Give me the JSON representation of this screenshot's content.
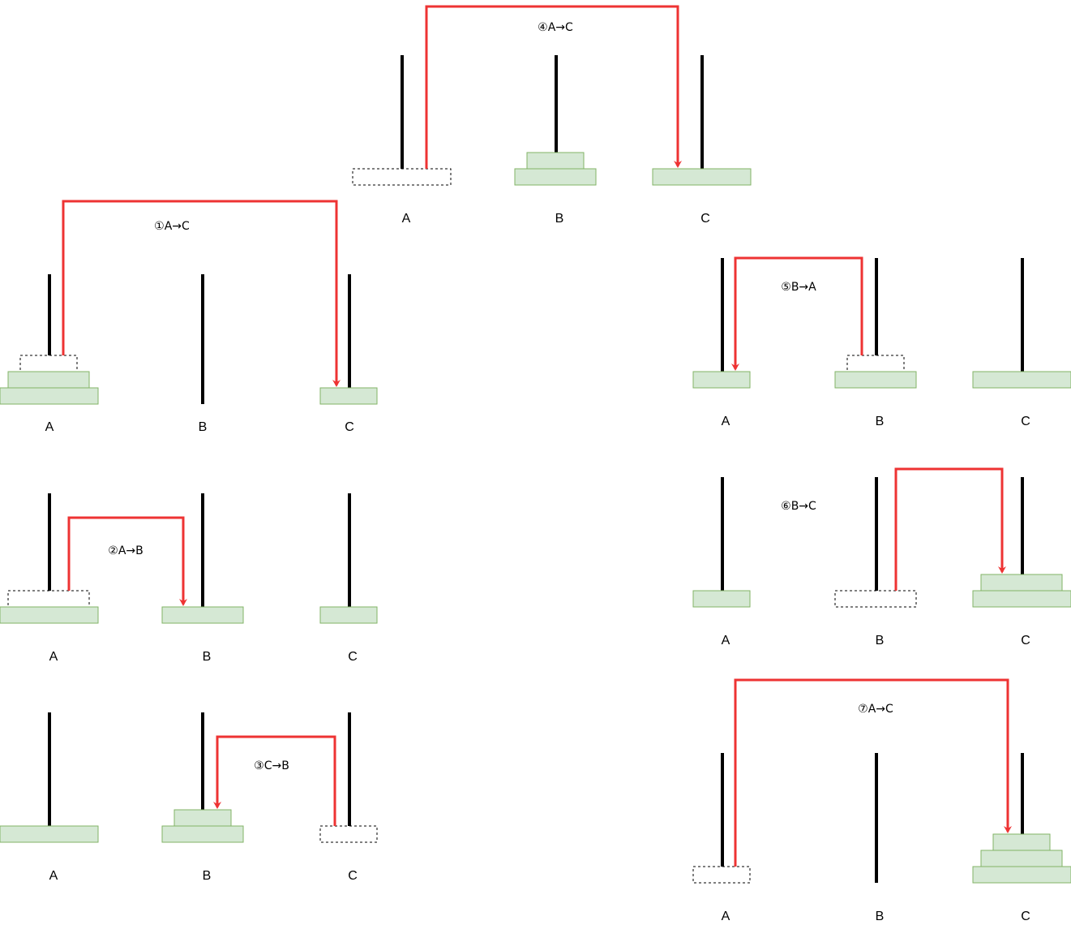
{
  "colors": {
    "disk_fill": "#d5e8d4",
    "disk_stroke": "#82b366",
    "peg": "#000000",
    "arrow": "#ee3333"
  },
  "peg_labels": [
    "A",
    "B",
    "C"
  ],
  "steps": [
    {
      "id": "step1",
      "label": "①A→C"
    },
    {
      "id": "step2",
      "label": "②A→B"
    },
    {
      "id": "step3",
      "label": "③C→B"
    },
    {
      "id": "step4",
      "label": "④A→C"
    },
    {
      "id": "step5",
      "label": "⑤B→A"
    },
    {
      "id": "step6",
      "label": "⑥B→C"
    },
    {
      "id": "step7",
      "label": "⑦A→C"
    }
  ]
}
